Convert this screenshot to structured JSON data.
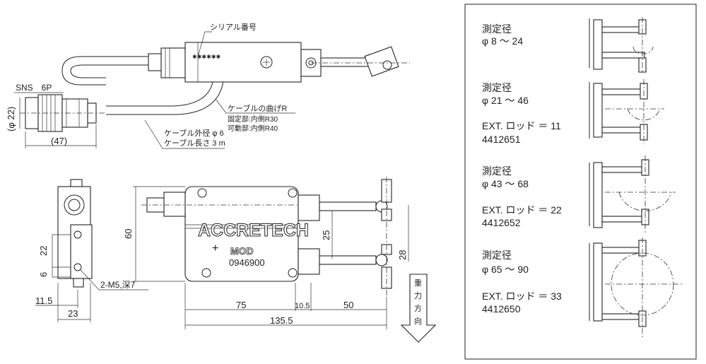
{
  "top_view": {
    "serial_label": "シリアル番号",
    "connector_label": "SNS　6P",
    "dia_22": "(φ 22)",
    "dim_47": "(47)",
    "bend_title": "ケーブルの曲げR",
    "bend_fixed": "固定部:内側R30",
    "bend_moving": "可動部:内側R40",
    "cable_od": "ケーブル外径 φ 6",
    "cable_len": "ケーブル長さ 3 m"
  },
  "side_view": {
    "dim_22": "22",
    "dim_6": "6",
    "tap_label": "2-M5,深7",
    "dim_11_5": "11.5",
    "dim_23": "23"
  },
  "front_view": {
    "brand": "ACCRETECH",
    "model": "MOD",
    "part_no": "0946900",
    "dim_60": "60",
    "dim_25": "25",
    "dim_28": "28",
    "dim_75": "75",
    "dim_10_5": "10.5",
    "dim_50": "50",
    "dim_135_5": "135.5",
    "gravity": [
      "重",
      "力",
      "方",
      "向"
    ]
  },
  "ranges": [
    {
      "title": "測定径",
      "range": "φ 8 ～ 24"
    },
    {
      "title": "測定径",
      "range": "φ 21 ～ 46",
      "ext": "EXT. ロッド ＝ 11",
      "code": "4412651"
    },
    {
      "title": "測定径",
      "range": "φ 43 ～ 68",
      "ext": "EXT. ロッド ＝ 22",
      "code": "4412652"
    },
    {
      "title": "測定径",
      "range": "φ 65 ～ 90",
      "ext": "EXT. ロッド ＝ 33",
      "code": "4412650"
    }
  ]
}
